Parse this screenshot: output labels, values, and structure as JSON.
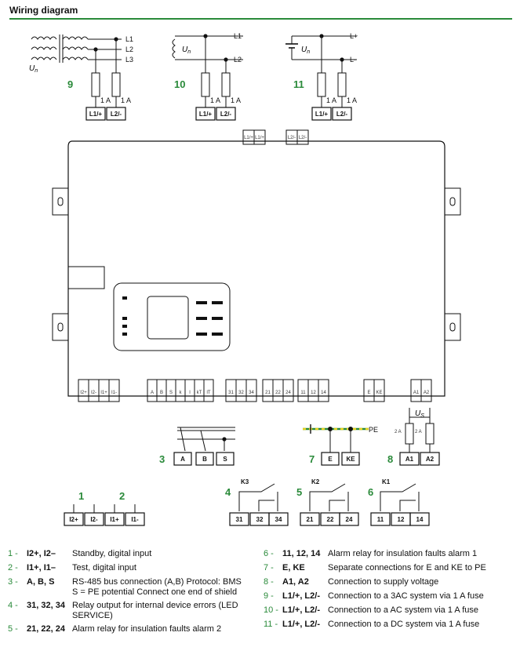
{
  "header": {
    "title": "Wiring diagram"
  },
  "variants": {
    "v9": {
      "number": "9",
      "lines": [
        "L1",
        "L2",
        "L3"
      ],
      "source": "U",
      "source_sub": "n",
      "fuses": [
        "1 A",
        "1 A"
      ],
      "terminals": [
        "L1/+",
        "L2/-"
      ]
    },
    "v10": {
      "number": "10",
      "lines": [
        "L1",
        "L2"
      ],
      "source": "U",
      "source_sub": "n",
      "fuses": [
        "1 A",
        "1 A"
      ],
      "terminals": [
        "L1/+",
        "L2/-"
      ]
    },
    "v11": {
      "number": "11",
      "lines": [
        "L+",
        "L-"
      ],
      "source": "U",
      "source_sub": "n",
      "fuses": [
        "1 A",
        "1 A"
      ],
      "terminals": [
        "L1/+",
        "L2/-"
      ]
    }
  },
  "device": {
    "top_terminals": [
      "L1/+",
      "L1/+",
      "L2/-",
      "L2/-"
    ],
    "bottom_groups": [
      [
        "I2+",
        "I2-",
        "I1+",
        "I1-"
      ],
      [
        "A",
        "B",
        "S",
        "k",
        "l",
        "kT",
        "lT"
      ],
      [
        "31",
        "32",
        "34"
      ],
      [
        "21",
        "22",
        "24"
      ],
      [
        "11",
        "12",
        "14"
      ],
      [
        "E",
        "KE"
      ],
      [
        "A1",
        "A2"
      ]
    ]
  },
  "connections": {
    "c1": {
      "number": "1",
      "terminals": [
        "I2+",
        "I2-"
      ]
    },
    "c2": {
      "number": "2",
      "terminals": [
        "I1+",
        "I1-"
      ]
    },
    "c3": {
      "number": "3",
      "terminals": [
        "A",
        "B",
        "S"
      ]
    },
    "c4": {
      "number": "4",
      "relay": "K3",
      "terminals": [
        "31",
        "32",
        "34"
      ]
    },
    "c5": {
      "number": "5",
      "relay": "K2",
      "terminals": [
        "21",
        "22",
        "24"
      ]
    },
    "c6": {
      "number": "6",
      "relay": "K1",
      "terminals": [
        "11",
        "12",
        "14"
      ]
    },
    "c7": {
      "number": "7",
      "pe": "PE",
      "terminals": [
        "E",
        "KE"
      ]
    },
    "c8": {
      "number": "8",
      "source": "U",
      "source_sub": "S",
      "fuses": [
        "2 A",
        "2 A"
      ],
      "terminals": [
        "A1",
        "A2"
      ]
    }
  },
  "legend": [
    {
      "num": "1 -",
      "term": "I2+, I2–",
      "desc": "Standby, digital input"
    },
    {
      "num": "2 -",
      "term": "I1+, I1–",
      "desc": "Test, digital input"
    },
    {
      "num": "3 -",
      "term": "A, B, S",
      "desc": "RS-485 bus connection (A,B) Protocol: BMS S = PE potential Connect one end of shield"
    },
    {
      "num": "4 -",
      "term": "31, 32, 34",
      "desc": "Relay output for internal device errors (LED SERVICE)"
    },
    {
      "num": "5 -",
      "term": "21, 22, 24",
      "desc": "Alarm relay for insulation faults alarm 2"
    },
    {
      "num": "6 -",
      "term": "11, 12, 14",
      "desc": "Alarm relay for insulation faults alarm 1"
    },
    {
      "num": "7 -",
      "term": "E, KE",
      "desc": "Separate connections for E and KE to PE"
    },
    {
      "num": "8 -",
      "term": "A1, A2",
      "desc": "Connection to supply voltage"
    },
    {
      "num": "9 -",
      "term": "L1/+, L2/-",
      "desc": "Connection to a 3AC system via 1 A fuse"
    },
    {
      "num": "10 -",
      "term": "L1/+, L2/-",
      "desc": "Connection to a AC system via 1 A fuse"
    },
    {
      "num": "11 -",
      "term": "L1/+, L2/-",
      "desc": "Connection to a DC system via 1 A fuse"
    }
  ]
}
